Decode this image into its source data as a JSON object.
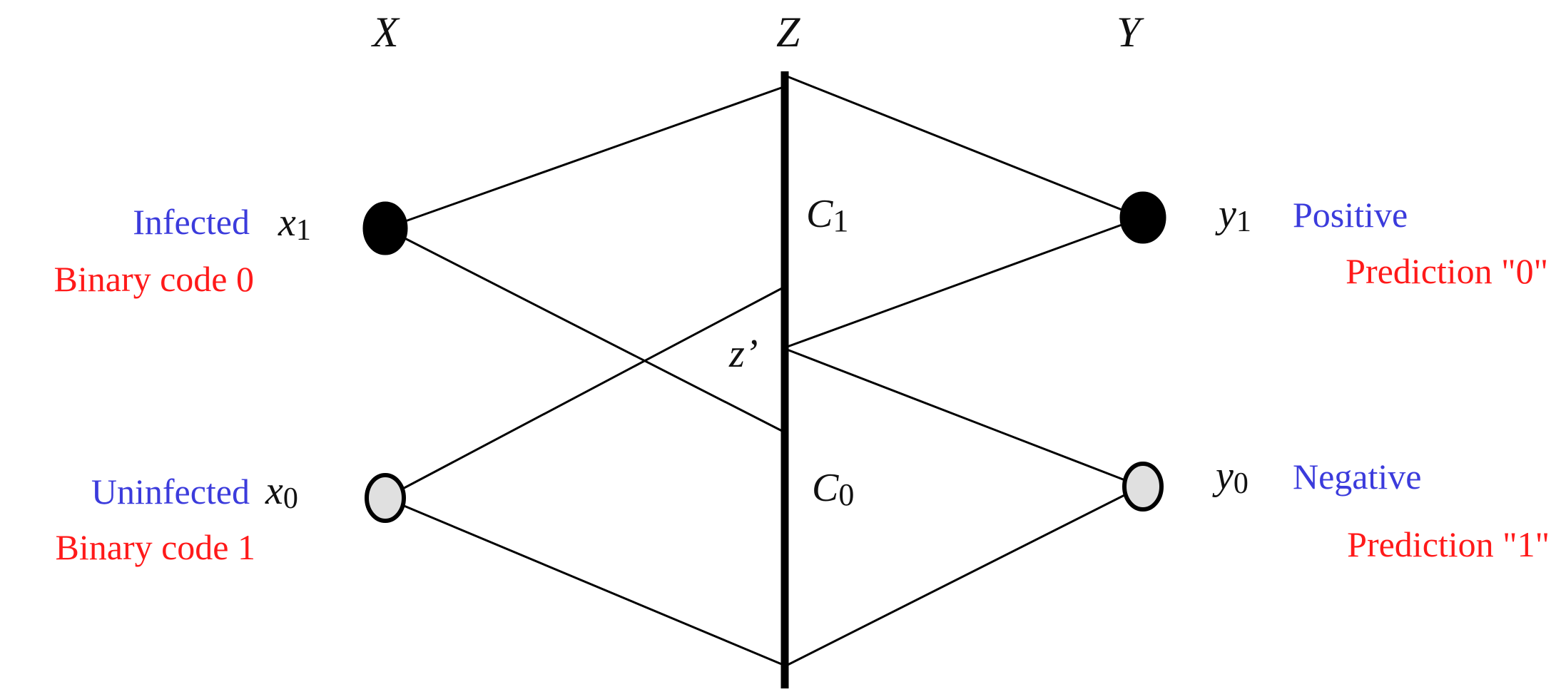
{
  "headers": {
    "x": "X",
    "z": "Z",
    "y": "Y"
  },
  "nodes": {
    "x1": {
      "symbol": "x",
      "subscript": "1",
      "state": "Infected",
      "code": "Binary code 0",
      "fill": "#000000"
    },
    "x0": {
      "symbol": "x",
      "subscript": "0",
      "state": "Uninfected",
      "code": "Binary code 1",
      "fill": "#e0e0e0"
    },
    "y1": {
      "symbol": "y",
      "subscript": "1",
      "state": "Positive",
      "prediction": "Prediction \"0\"",
      "fill": "#000000"
    },
    "y0": {
      "symbol": "y",
      "subscript": "0",
      "state": "Negative",
      "prediction": "Prediction \"1\"",
      "fill": "#e0e0e0"
    }
  },
  "regions": {
    "c1": {
      "symbol": "C",
      "subscript": "1"
    },
    "c0": {
      "symbol": "C",
      "subscript": "0"
    },
    "threshold": "z’"
  },
  "colors": {
    "state_text": "#3b3bdc",
    "code_text": "#ff1a1a",
    "line": "#000000"
  }
}
